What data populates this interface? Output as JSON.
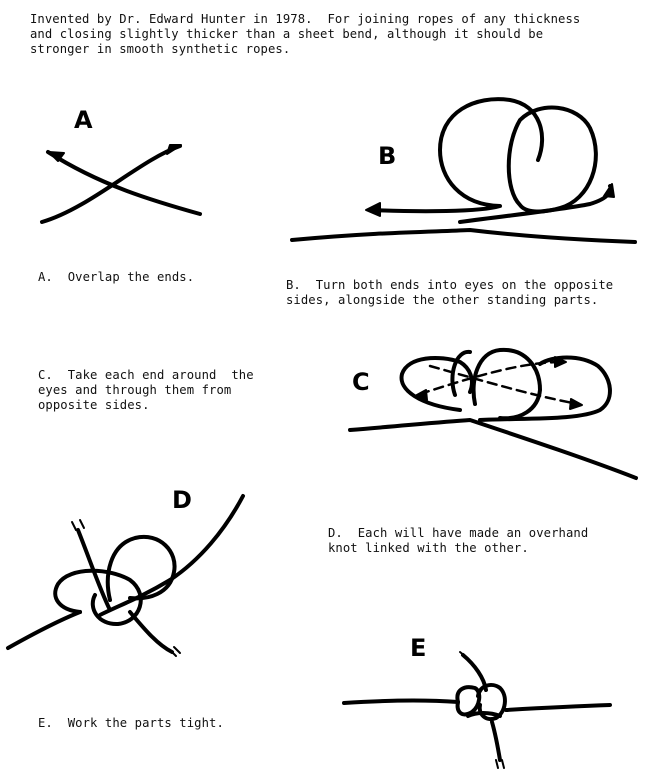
{
  "intro": {
    "line1": "Invented by Dr. Edward Hunter in 1978.  For joining ropes of any thickness",
    "line2": "and closing slightly thicker than a sheet bend, although it should be",
    "line3": "stronger in smooth synthetic ropes."
  },
  "steps": {
    "a": {
      "label": "A",
      "caption": "A.  Overlap the ends."
    },
    "b": {
      "label": "B",
      "caption_line1": "B.  Turn both ends into eyes on the opposite",
      "caption_line2": "sides, alongside the other standing parts."
    },
    "c": {
      "label": "C",
      "caption_line1": "C.  Take each end around  the",
      "caption_line2": "eyes and through them from",
      "caption_line3": "opposite sides."
    },
    "d": {
      "label": "D",
      "caption_line1": "D.  Each will have made an overhand",
      "caption_line2": "knot linked with the other."
    },
    "e": {
      "label": "E",
      "caption": "E.  Work the parts tight."
    }
  }
}
